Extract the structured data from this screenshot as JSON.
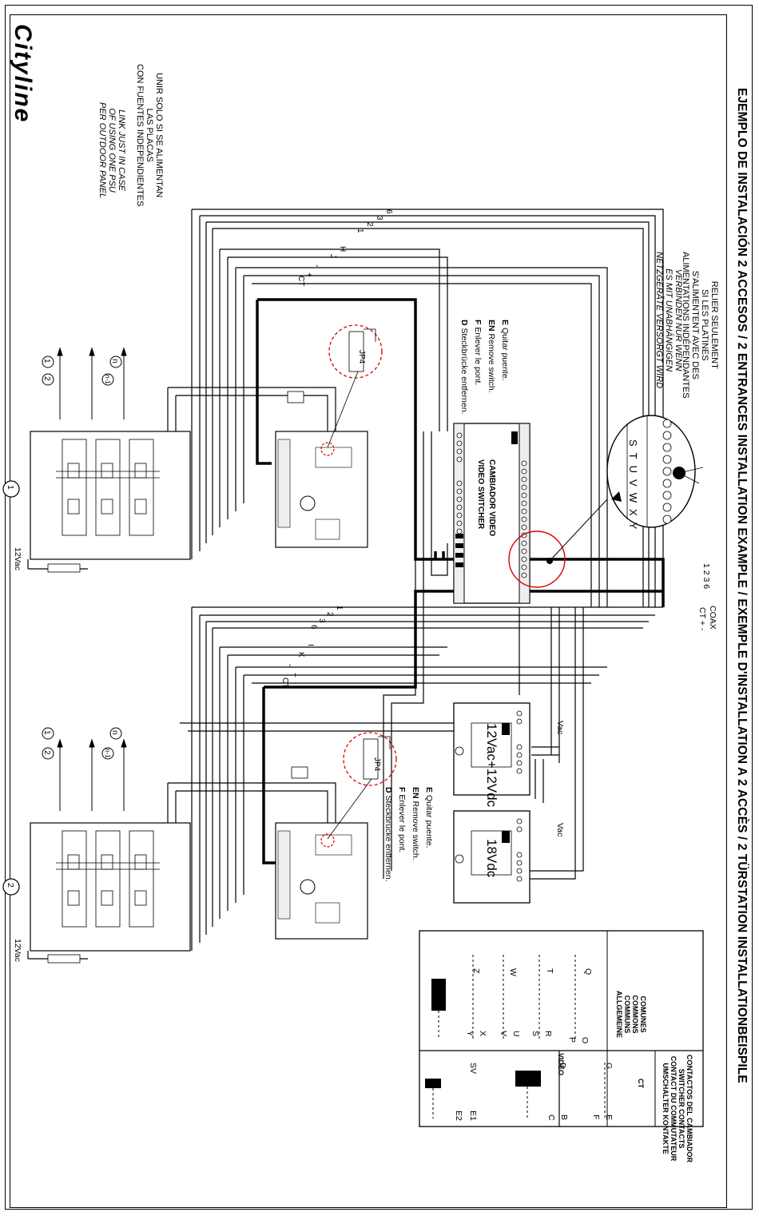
{
  "title": "EJEMPLO DE INSTALACIÓN 2 ACCESOS / 2 ENTRANCES INSTALLATION EXAMPLE / EXEMPLE D'INSTALLATION A 2 ACCÈS / 2 TÜRSTATION INSTALLATIONBEISPILE",
  "brand": "Cityline",
  "notes": {
    "es": [
      "UNIR SOLO SI SE ALIMENTAN",
      "LAS PLACAS",
      "CON FUENTES INDEPENDIENTES"
    ],
    "en": [
      "LINK JUST IN CASE",
      "OF USING ONE PSU",
      "PER OUTDOOR PANEL"
    ],
    "fr": [
      "RELIER SEULEMENT",
      "SI LES PLATINES",
      "S'ALIMENTENT AVEC DES",
      "ALIMENTATIONS INDÉPENDANTES"
    ],
    "de": [
      "VERBINDEN NUR WENN",
      "ES MIT UNABHÄNGIGEN",
      "NETZGERÄTE VERSORGT WIRD"
    ]
  },
  "remove_switch_1": [
    {
      "badge": "E",
      "text": "Quitar puente."
    },
    {
      "badge": "EN",
      "text": "Remove switch."
    },
    {
      "badge": "F",
      "text": "Enlever le pont."
    },
    {
      "badge": "D",
      "text": "Steckbrücke entfernen."
    }
  ],
  "remove_switch_2": [
    {
      "badge": "E",
      "text": "Quitar puente."
    },
    {
      "badge": "EN",
      "text": "Remove switch."
    },
    {
      "badge": "F",
      "text": "Enlever le pont."
    },
    {
      "badge": "D",
      "text": "Steckbrücke entfernen."
    }
  ],
  "switcher": {
    "line1": "CAMBIADOR VIDEO",
    "line2": "VIDEO SWITCHER"
  },
  "switcher_letters": [
    "S",
    "T",
    "U",
    "V",
    "W",
    "X",
    "Y"
  ],
  "psu1": {
    "label": "12Vac+12Vdc",
    "input": "Vac"
  },
  "psu2": {
    "label": "18Vdc",
    "input": "Vac"
  },
  "riser": {
    "wires": "1 2 3 6",
    "coax": "COAX",
    "ct": "CT + -"
  },
  "panel1": {
    "number": "1",
    "lock": "12Vac"
  },
  "panel2": {
    "number": "2",
    "lock": "12Vac"
  },
  "jumper": "JP4",
  "wire_labels": {
    "top": [
      "6",
      "3",
      "2",
      "1",
      "H",
      "J",
      "-",
      "+",
      "CT"
    ],
    "bottom": [
      "1",
      "2",
      "3",
      "6",
      "I",
      "K",
      "-",
      "+",
      "CT"
    ]
  },
  "callouts": [
    "1",
    "2",
    "n",
    "n-1"
  ],
  "contacts": {
    "title": [
      "CONTACTOS DEL CAMBIADOR",
      "SWITCHER CONTACTS",
      "CONTACT DU COMMUTATEUR",
      "UMSCHALTER KONTAKTE"
    ],
    "common": [
      "COMUNES",
      "COMMONS",
      "COMMUNS",
      "ALLGEMEINE"
    ],
    "ct": "CT",
    "video": "VIDEO",
    "common_pairs": [
      [
        "Q",
        "O",
        "P"
      ],
      [
        "T",
        "R",
        "S"
      ],
      [
        "W",
        "U",
        "V"
      ],
      [
        "Z",
        "X",
        "Y"
      ]
    ],
    "ct_pairs": [
      [
        "G",
        "E",
        "F"
      ],
      [
        "D",
        "B",
        "C"
      ]
    ],
    "video_pairs": [
      [
        "SV",
        "E1",
        "E2"
      ]
    ]
  }
}
